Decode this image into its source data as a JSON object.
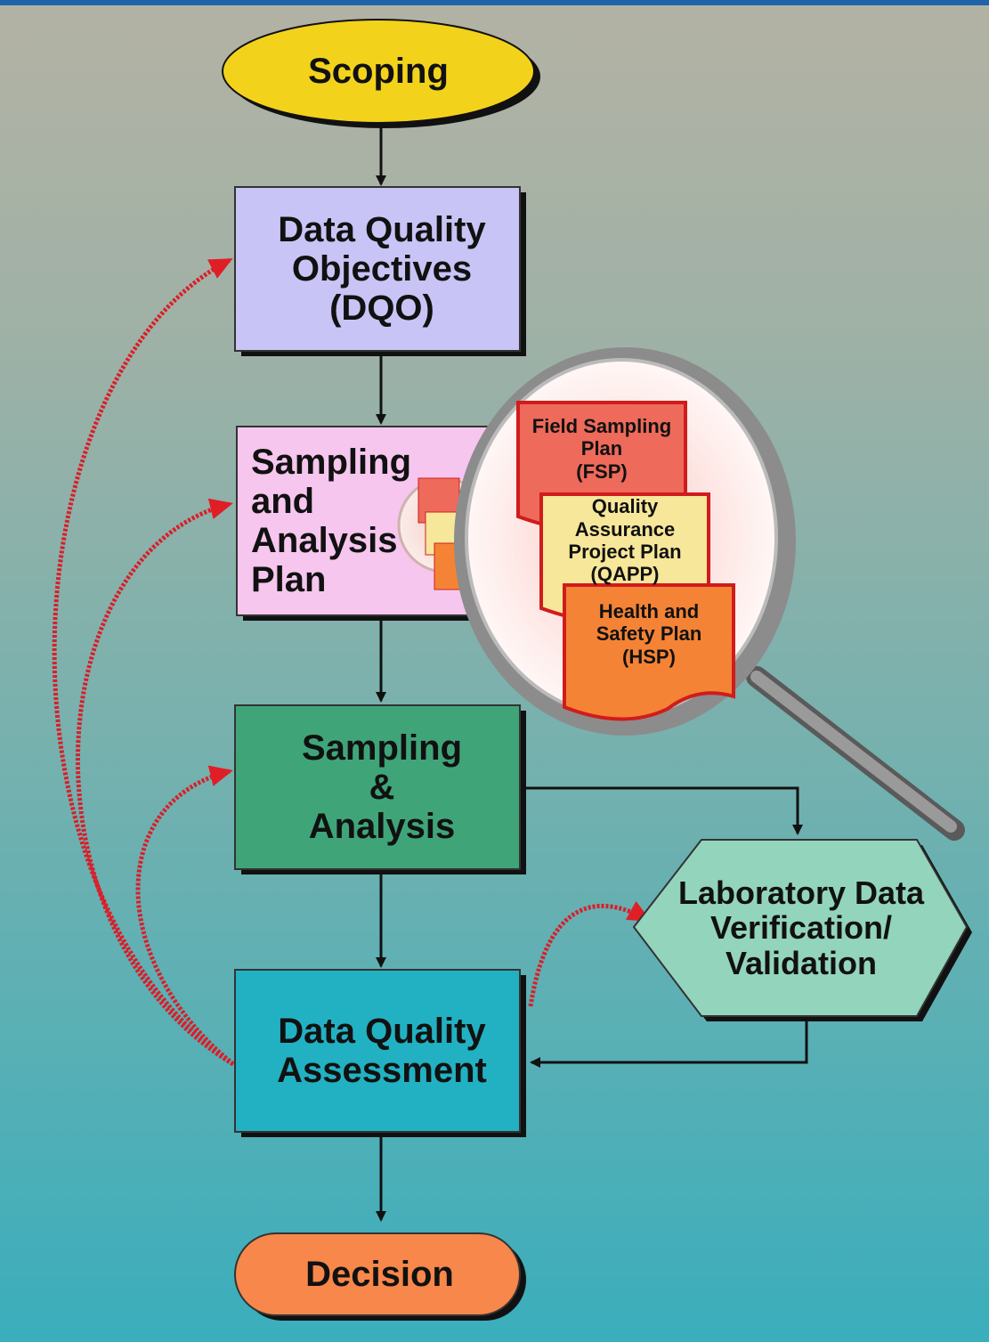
{
  "nodes": {
    "scoping": "Scoping",
    "dqo": "Data Quality\nObjectives\n(DQO)",
    "sap": "Sampling\nand\nAnalysis\nPlan",
    "sampling_analysis": "Sampling\n&\nAnalysis",
    "lab_verification": "Laboratory Data\nVerification/\nValidation",
    "dqa": "Data Quality\nAssessment",
    "decision": "Decision"
  },
  "magnifier": {
    "documents": [
      "Field Sampling\nPlan\n(FSP)",
      "Quality Assurance\nProject Plan\n(QAPP)",
      "Health and\nSafety Plan\n(HSP)"
    ]
  },
  "colors": {
    "scoping": "#f3d21c",
    "dqo": "#c9c4f6",
    "sap": "#f6c6ee",
    "sampling_analysis": "#3fa579",
    "lab_verification": "#93d4bd",
    "dqa": "#22b1c2",
    "decision": "#f7874a",
    "feedback_arrow": "#d81f2a",
    "fsp": "#ee6a5a",
    "qapp": "#f7e79a",
    "hsp": "#f48335"
  }
}
